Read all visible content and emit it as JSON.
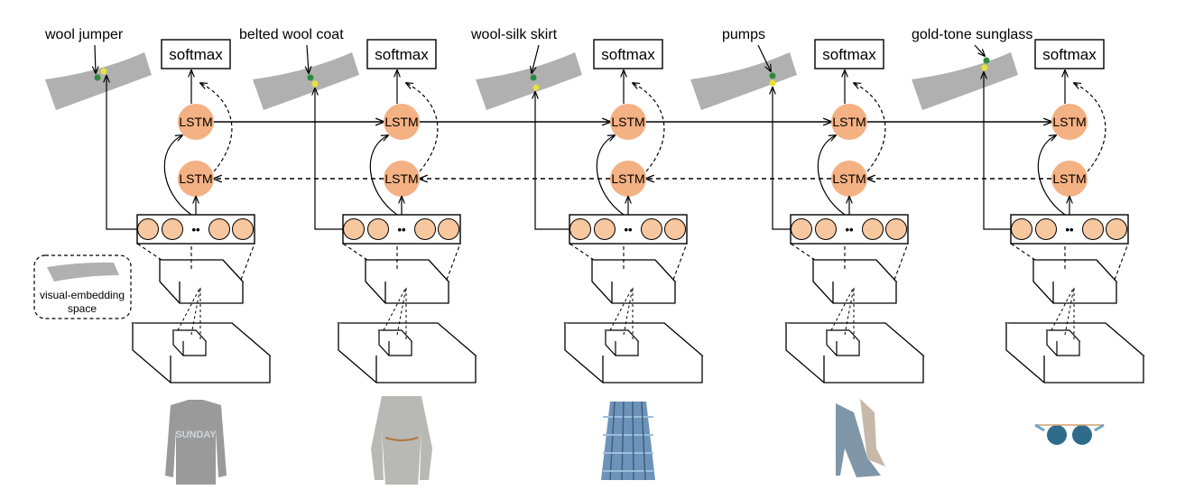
{
  "labels": {
    "softmax": "softmax",
    "lstm": "LSTM",
    "ellipsis": "••",
    "legend_line1": "visual-embedding",
    "legend_line2": "space"
  },
  "columns": [
    {
      "item": "wool jumper",
      "garment": "jumper-icon",
      "garment_color": "#9a9a9a",
      "garment_text": "SUNDAY"
    },
    {
      "item": "belted wool coat",
      "garment": "coat-icon",
      "garment_color": "#b8b8b4",
      "garment_text": ""
    },
    {
      "item": "wool-silk skirt",
      "garment": "skirt-icon",
      "garment_color": "#6d93b8",
      "garment_text": ""
    },
    {
      "item": "pumps",
      "garment": "pumps-icon",
      "garment_color": "#7f96a8",
      "garment_text": ""
    },
    {
      "item": "gold-tone sunglass",
      "garment": "sunglasses-icon",
      "garment_color": "#2f6c8c",
      "garment_text": ""
    }
  ],
  "colors": {
    "lstm_fill": "#f4b183",
    "neuron_fill": "#f7c7a0",
    "plane_fill": "#b0b0b0",
    "dot_green": "#2e8b3d",
    "dot_yellow": "#e8e23a"
  }
}
